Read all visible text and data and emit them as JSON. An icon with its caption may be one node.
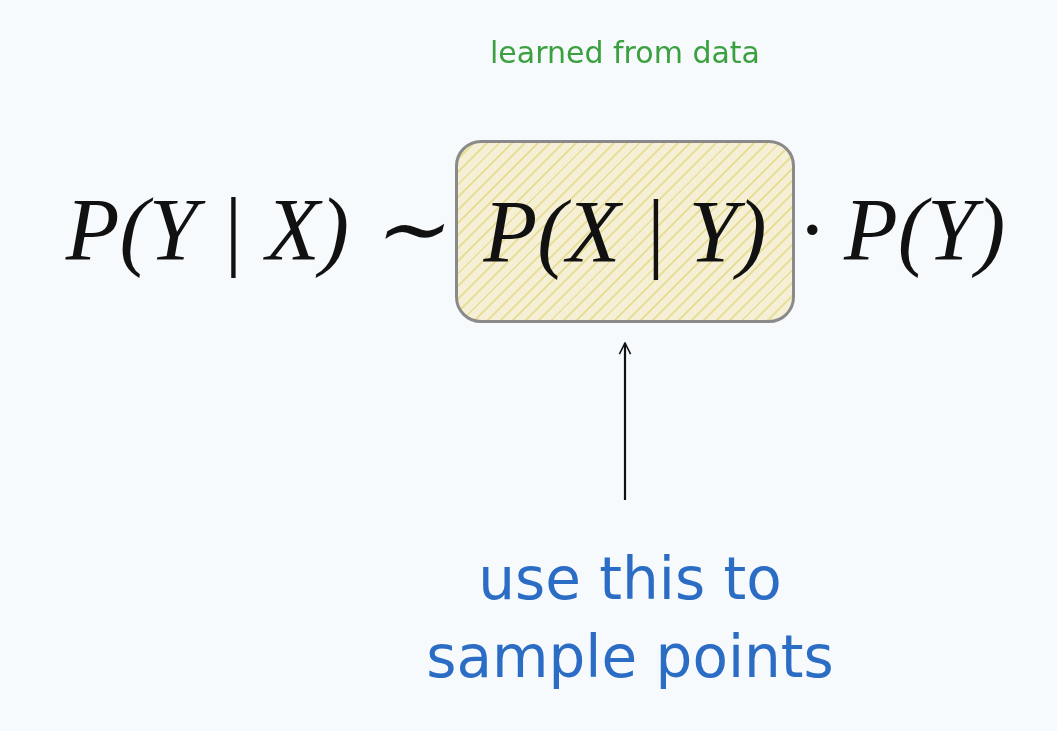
{
  "diagram": {
    "nodes": [
      {
        "text": [
          "P(X | Y)"
        ],
        "beside": [
          "learned from data"
        ]
      },
      {
        "text": [
          "use this to sample points"
        ]
      }
    ],
    "edges": [
      {
        "from": 1,
        "to": 0,
        "arrow": "to"
      }
    ],
    "labels": [
      "P(Y | X) ∼",
      "· P(Y)"
    ]
  }
}
